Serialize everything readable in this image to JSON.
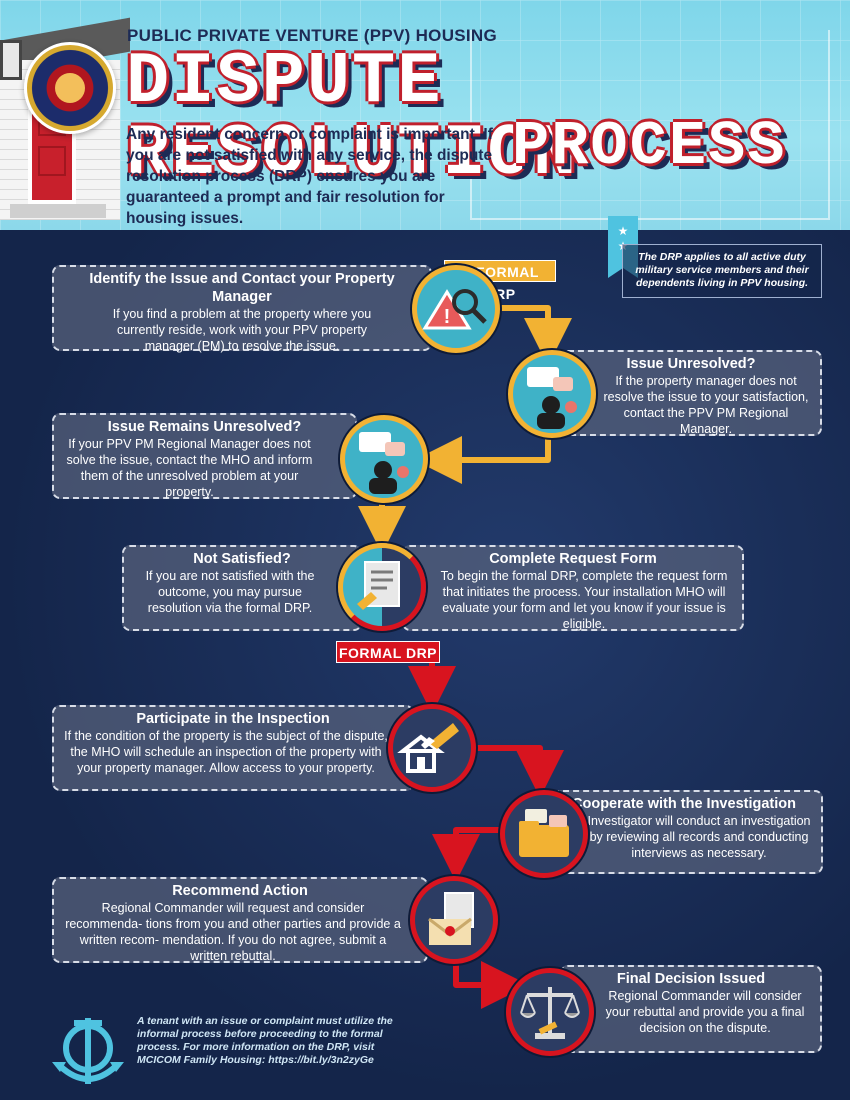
{
  "header": {
    "kicker": "PUBLIC PRIVATE VENTURE (PPV) HOUSING",
    "title_line1": "DISPUTE RESOLUTION",
    "title_line2": "PROCESS",
    "intro": "Any resident concern or complaint is important. If you are not satisfied with any service, the dispute resolution process (DRP) ensures you are guaranteed a prompt and fair resolution for housing issues.",
    "seal_label": "MARINE CORPS INSTALLATIONS COMMAND"
  },
  "notice": "The DRP applies to all active duty military service members and their dependents living in PPV housing.",
  "tags": {
    "informal": "INFORMAL DRP",
    "formal": "FORMAL DRP"
  },
  "steps": [
    {
      "heading": "Identify the Issue and Contact your Property Manager",
      "text": "If you find a problem at the property where you currently reside, work with your PPV property manager (PM) to resolve the issue.",
      "icon": "warning-magnifier-icon"
    },
    {
      "heading": "Issue Unresolved?",
      "text": "If the property manager does not resolve the issue to your satisfaction, contact the PPV PM Regional Manager.",
      "icon": "call-center-icon"
    },
    {
      "heading": "Issue Remains Unresolved?",
      "text": "If your PPV PM Regional Manager does not solve the issue, contact the MHO and inform them of the unresolved problem at your property.",
      "icon": "call-center-icon"
    },
    {
      "heading": "Not Satisfied?",
      "text": "If you are not satisfied with the outcome, you may pursue resolution via the formal DRP.",
      "icon": "form-icon"
    },
    {
      "heading": "Complete Request Form",
      "text": "To begin the formal DRP, complete the request form that initiates the process. Your installation MHO will evaluate your form and let you know if your issue is eligible.",
      "icon": "form-icon"
    },
    {
      "heading": "Participate in the Inspection",
      "text": "If the condition of the property is the subject of the dispute, the MHO will schedule an inspection of the property with your property manager. Allow access to your property.",
      "icon": "flashlight-house-icon"
    },
    {
      "heading": "Cooperate with the Investigation",
      "text": "Investigator will conduct an investigation by reviewing all records and conducting interviews as necessary.",
      "icon": "folder-icon"
    },
    {
      "heading": "Recommend Action",
      "text": "Regional Commander will request and consider recommenda- tions from you and other parties and provide a written recom- mendation. If you do not agree, submit a written rebuttal.",
      "icon": "envelope-icon"
    },
    {
      "heading": "Final Decision Issued",
      "text": "Regional Commander will consider your rebuttal and provide you a final decision on the dispute.",
      "icon": "scales-icon"
    }
  ],
  "footnote": "A tenant with an issue or complaint must utilize the informal process before proceeding to the formal process. For more information on the DRP, visit MCICOM Family Housing: https://bit.ly/3n2zyGe",
  "colors": {
    "informal": "#f2b233",
    "formal": "#d8141f",
    "teal": "#3fb2c7",
    "navy": "#14254a"
  }
}
